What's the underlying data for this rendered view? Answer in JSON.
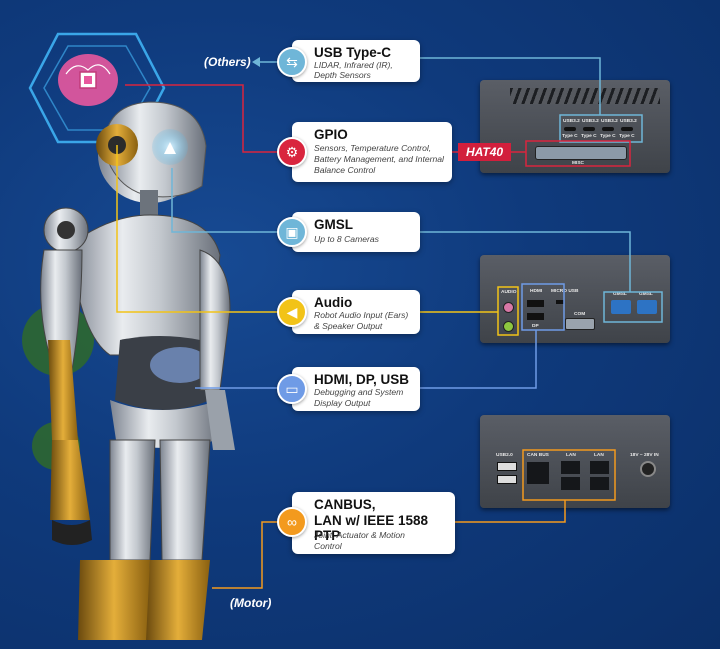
{
  "cards": {
    "usb": {
      "title": "USB Type-C",
      "sub1": "LIDAR, Infrared (IR),",
      "sub2": "Depth Sensors"
    },
    "gpio": {
      "title": "GPIO",
      "sub1": "Sensors, Temperature Control,",
      "sub2": "Battery Management, and Internal",
      "sub3": "Balance Control"
    },
    "gmsl": {
      "title": "GMSL",
      "sub1": "Up to 8 Cameras"
    },
    "audio": {
      "title": "Audio",
      "sub1": "Robot Audio Input (Ears)",
      "sub2": "& Speaker Output"
    },
    "hdmi": {
      "title": "HDMI, DP, USB",
      "sub1": "Debugging and System",
      "sub2": "Display Output"
    },
    "canbus": {
      "title1": "CANBUS,",
      "title2": "LAN w/ IEEE 1588 PTP",
      "sub1": "Joint, Actuator & Motion",
      "sub2": "Control"
    }
  },
  "labels": {
    "others": "(Others)",
    "motor": "(Motor)",
    "hat40": "HAT40"
  },
  "device_top": {
    "usb_labels": [
      "USB3.2",
      "USB3.2",
      "USB3.2",
      "USB3.2"
    ],
    "typec_labels": [
      "Type C",
      "Type C",
      "Type C",
      "Type C"
    ],
    "misc": "MISC"
  },
  "device_mid": {
    "audio": "AUDIO",
    "hdmi": "HDMI",
    "micro_usb": "MICRO USB",
    "dp": "DP",
    "com": "COM",
    "gmsl": [
      "GMSL",
      "GMSL"
    ]
  },
  "device_bot": {
    "usb20": "USB2.0",
    "canbus": "CAN BUS",
    "lan": [
      "LAN",
      "LAN"
    ],
    "power": "18V ~ 28V IN"
  },
  "colors": {
    "background": "#0f3a7c",
    "usb": "#6fb6d8",
    "gpio": "#d9253e",
    "gmsl": "#6fb6d8",
    "audio": "#f2c318",
    "hdmi": "#6f9be6",
    "canbus": "#f39a1e"
  },
  "icons": {
    "usb": "usb-icon",
    "gpio": "gear-icon",
    "gmsl": "camera-icon",
    "audio": "speaker-icon",
    "hdmi": "monitor-icon",
    "canbus": "link-icon",
    "brain": "brain-chip-icon"
  }
}
